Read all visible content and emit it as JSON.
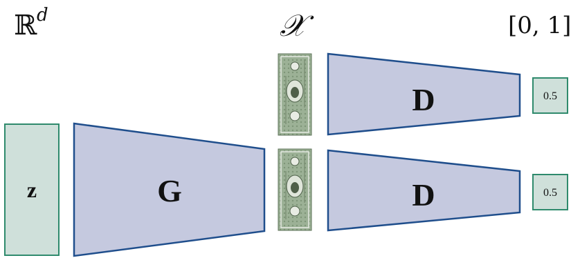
{
  "headers": {
    "latent_space": "ℝ",
    "latent_space_superscript": "d",
    "data_space": "𝒳",
    "output_space": "[0, 1]"
  },
  "nodes": {
    "latent_vector": "z",
    "generator": "G",
    "discriminator_top": "D",
    "discriminator_bottom": "D"
  },
  "outputs": {
    "top_score": "0.5",
    "bottom_score": "0.5"
  },
  "colors": {
    "network_fill": "#c5c9df",
    "network_stroke": "#1f4e8c",
    "box_fill": "#cfe0da",
    "box_stroke": "#2e8a6c",
    "banknote_green": "#8fa78a"
  },
  "icons": {
    "real_sample": "dollar-bill-icon",
    "generated_sample": "dollar-bill-icon"
  }
}
